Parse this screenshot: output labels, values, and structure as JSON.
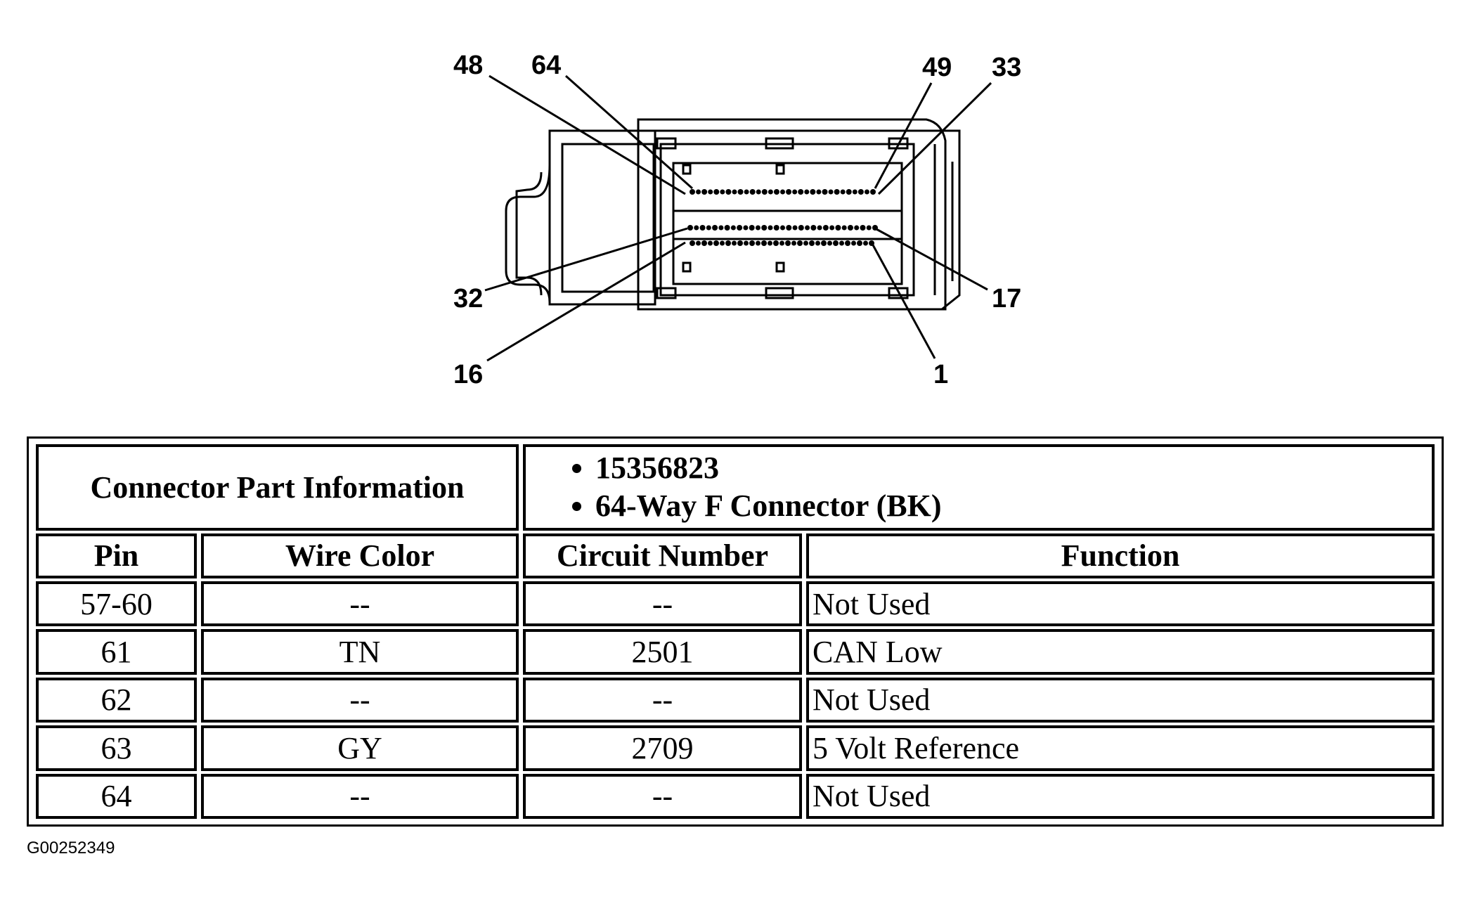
{
  "connector_diagram": {
    "pin_callouts": {
      "top_left_outer": "48",
      "top_left_inner": "64",
      "top_right_inner": "49",
      "top_right_outer": "33",
      "mid_left": "32",
      "mid_right": "17",
      "bottom_left": "16",
      "bottom_right": "1"
    }
  },
  "part_info": {
    "title": "Connector Part Information",
    "items": [
      "15356823",
      "64-Way F Connector (BK)"
    ]
  },
  "table": {
    "headers": {
      "pin": "Pin",
      "wire_color": "Wire Color",
      "circuit_number": "Circuit Number",
      "function": "Function"
    },
    "rows": [
      {
        "pin": "57-60",
        "wire_color": "--",
        "circuit": "--",
        "function": "Not Used"
      },
      {
        "pin": "61",
        "wire_color": "TN",
        "circuit": "2501",
        "function": "CAN Low"
      },
      {
        "pin": "62",
        "wire_color": "--",
        "circuit": "--",
        "function": "Not Used"
      },
      {
        "pin": "63",
        "wire_color": "GY",
        "circuit": "2709",
        "function": "5 Volt Reference"
      },
      {
        "pin": "64",
        "wire_color": "--",
        "circuit": "--",
        "function": "Not Used"
      }
    ]
  },
  "footer": {
    "figure_id": "G00252349"
  }
}
